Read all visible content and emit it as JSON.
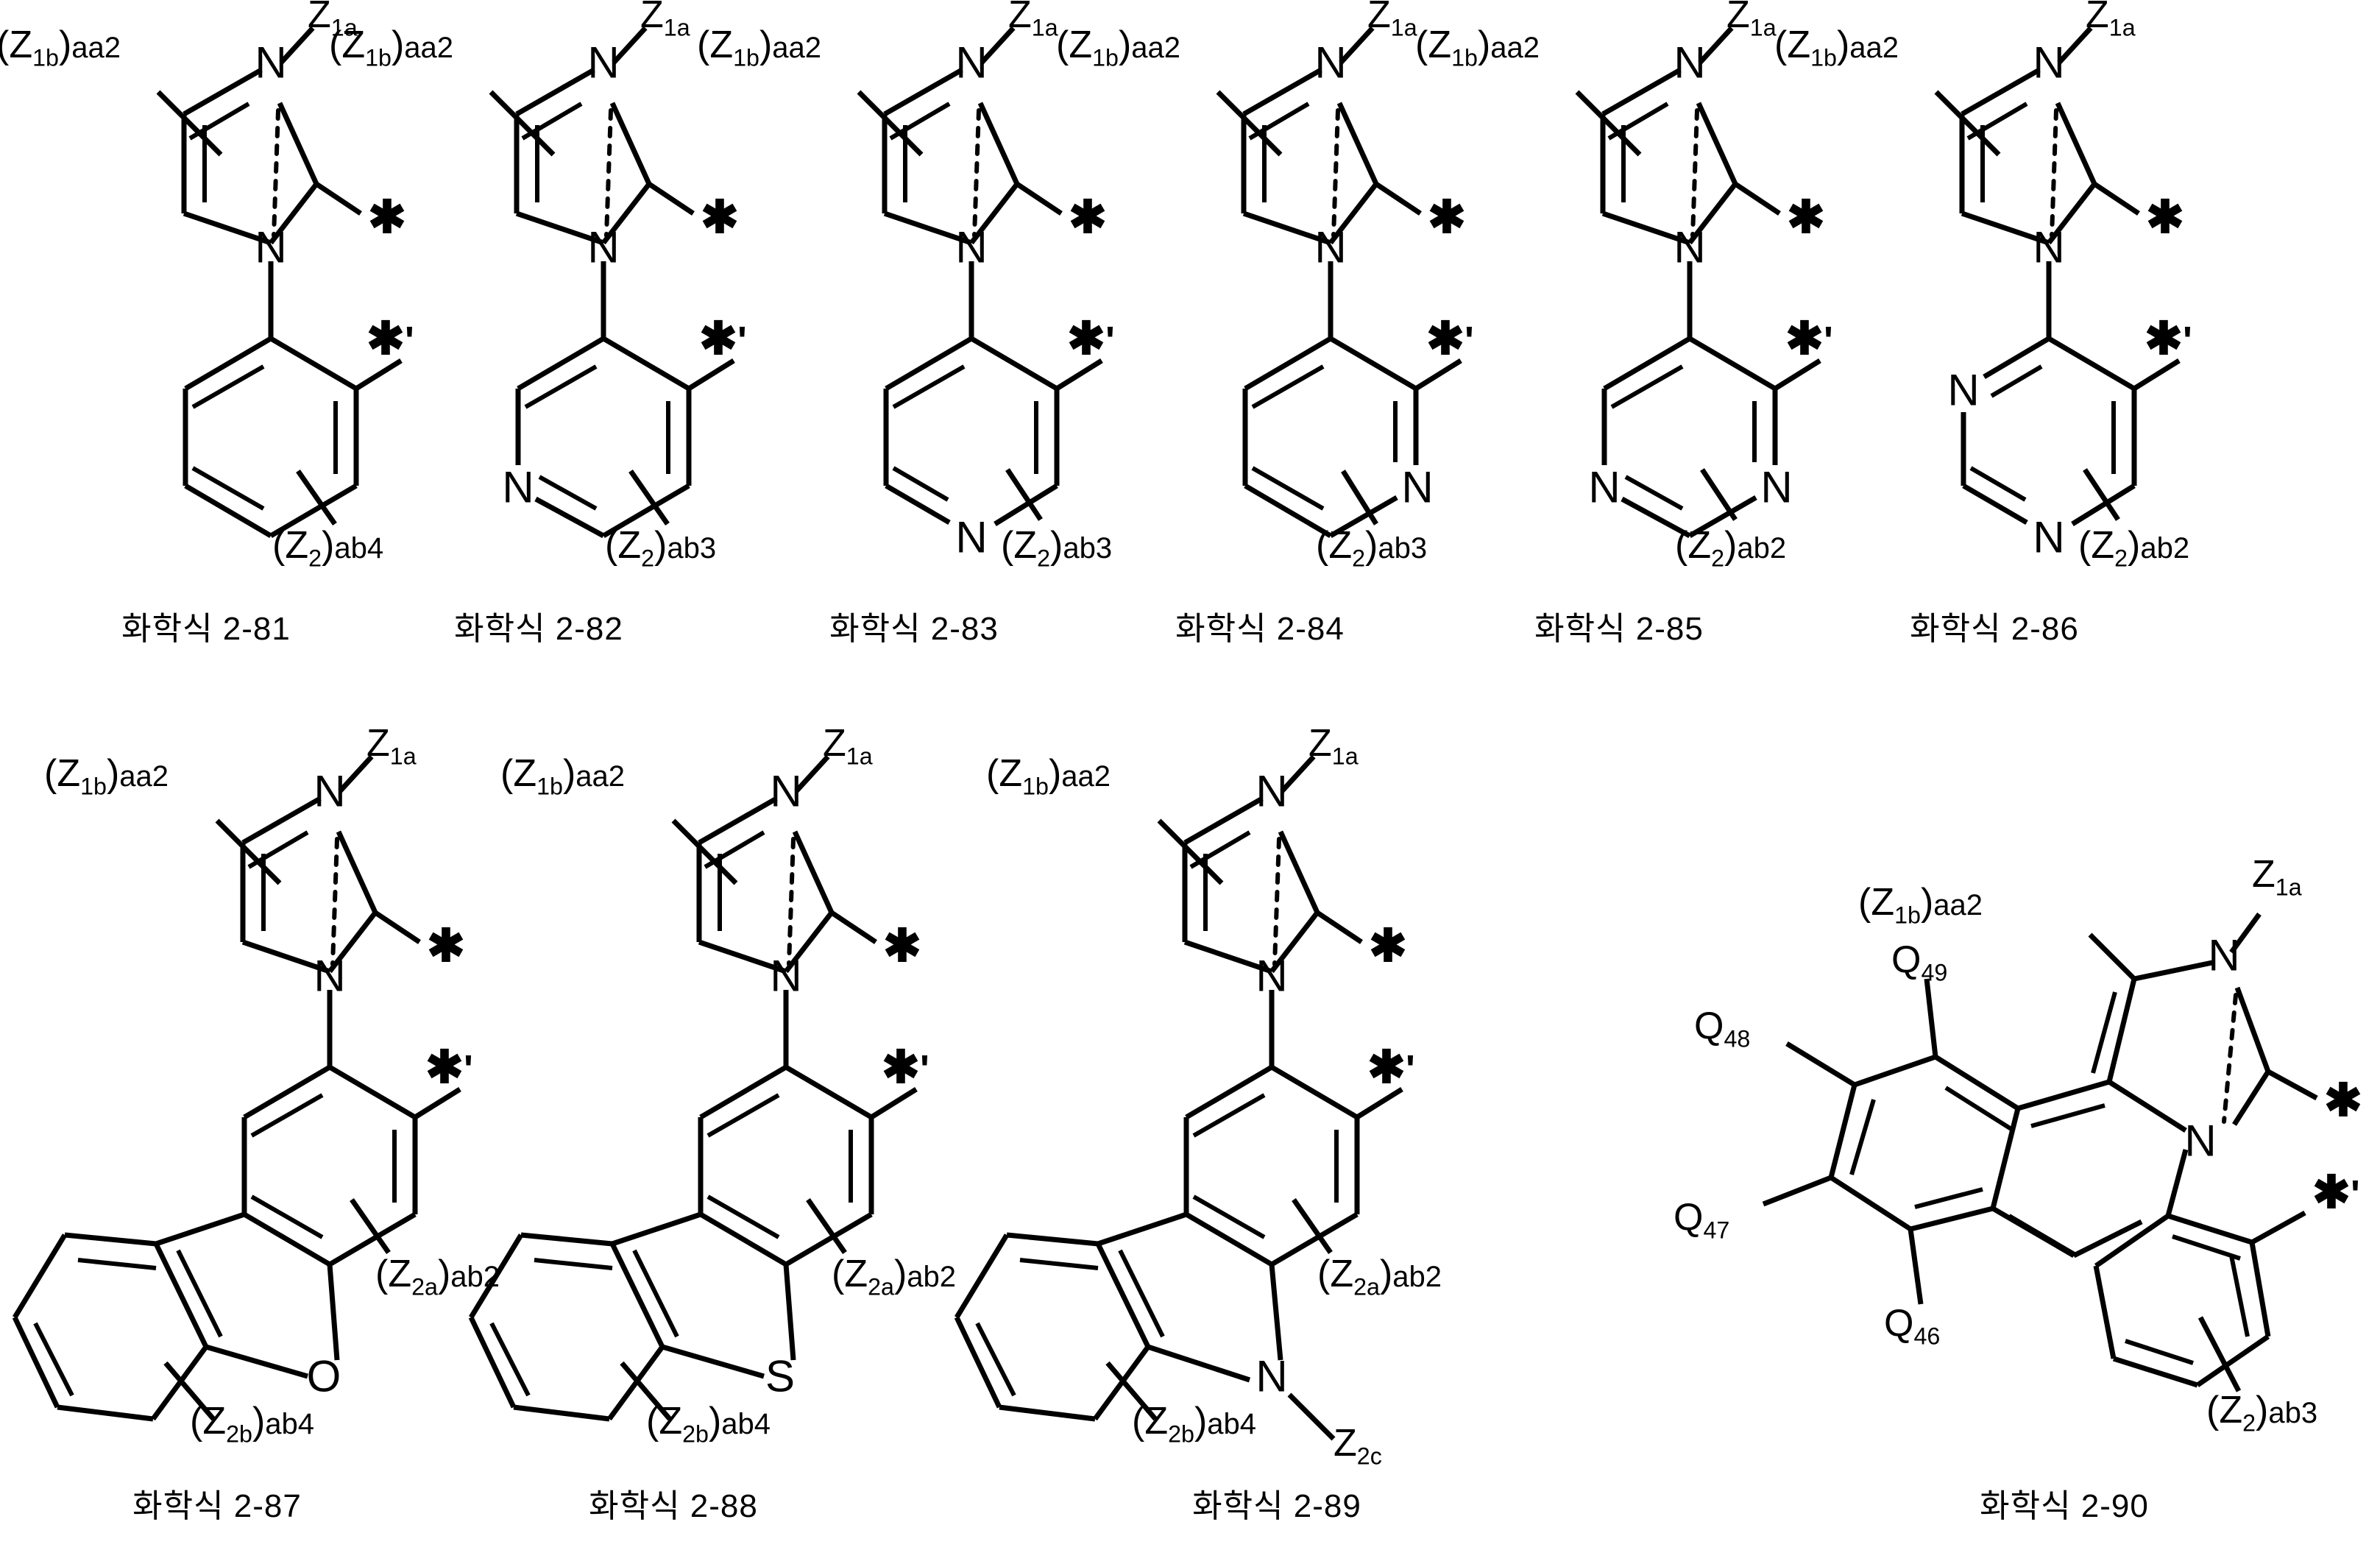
{
  "figure": {
    "title": "Chemical formulae 2-81 to 2-90",
    "background": "#ffffff",
    "ink": "#000000"
  },
  "labels": {
    "z1a": "Z1a",
    "z1b_aa2": "(Z1b)aa2",
    "star": "*",
    "star_prime": "*'",
    "atom_n": "N",
    "atom_o": "O",
    "atom_s": "S",
    "z2_ab4": "(Z2)ab4",
    "z2_ab3": "(Z2)ab3",
    "z2_ab2": "(Z2)ab2",
    "z2a_ab2": "(Z2a)ab2",
    "z2b_ab4": "(Z2b)ab4",
    "z2c": "Z2c",
    "q46": "Q46",
    "q47": "Q47",
    "q48": "Q48",
    "q49": "Q49"
  },
  "structures": [
    {
      "id": "2-81",
      "caption": "화학식 2-81",
      "core": "imidazole",
      "aryl": "benzene",
      "substituent_count_label": "(Z2)ab4",
      "top_left_label": "(Z1b)aa2",
      "top_right_label": "Z1a",
      "star": "*",
      "star_prime": "*'",
      "ring_heteroatoms": []
    },
    {
      "id": "2-82",
      "caption": "화학식 2-82",
      "core": "imidazole",
      "aryl": "pyridine",
      "substituent_count_label": "(Z2)ab3",
      "top_left_label": "(Z1b)aa2",
      "top_right_label": "Z1a",
      "star": "*",
      "star_prime": "*'",
      "ring_heteroatoms": [
        "N"
      ]
    },
    {
      "id": "2-83",
      "caption": "화학식 2-83",
      "core": "imidazole",
      "aryl": "pyridine",
      "substituent_count_label": "(Z2)ab3",
      "top_left_label": "(Z1b)aa2",
      "top_right_label": "Z1a",
      "star": "*",
      "star_prime": "*'",
      "ring_heteroatoms": [
        "N"
      ]
    },
    {
      "id": "2-84",
      "caption": "화학식 2-84",
      "core": "imidazole",
      "aryl": "pyridine",
      "substituent_count_label": "(Z2)ab3",
      "top_left_label": "(Z1b)aa2",
      "top_right_label": "Z1a",
      "star": "*",
      "star_prime": "*'",
      "ring_heteroatoms": [
        "N"
      ]
    },
    {
      "id": "2-85",
      "caption": "화학식 2-85",
      "core": "imidazole",
      "aryl": "pyrazine",
      "substituent_count_label": "(Z2)ab2",
      "top_left_label": "(Z1b)aa2",
      "top_right_label": "Z1a",
      "star": "*",
      "star_prime": "*'",
      "ring_heteroatoms": [
        "N",
        "N"
      ]
    },
    {
      "id": "2-86",
      "caption": "화학식 2-86",
      "core": "imidazole",
      "aryl": "pyrimidine",
      "substituent_count_label": "(Z2)ab2",
      "top_left_label": "(Z1b)aa2",
      "top_right_label": "Z1a",
      "star": "*",
      "star_prime": "*'",
      "ring_heteroatoms": [
        "N",
        "N"
      ]
    },
    {
      "id": "2-87",
      "caption": "화학식 2-87",
      "core": "imidazole",
      "aryl": "dibenzofuran",
      "substituent_count_label": "(Z2a)ab2",
      "secondary_count_label": "(Z2b)ab4",
      "bridge_atom": "O",
      "top_left_label": "(Z1b)aa2",
      "top_right_label": "Z1a",
      "star": "*",
      "star_prime": "*'"
    },
    {
      "id": "2-88",
      "caption": "화학식 2-88",
      "core": "imidazole",
      "aryl": "dibenzothiophene",
      "substituent_count_label": "(Z2a)ab2",
      "secondary_count_label": "(Z2b)ab4",
      "bridge_atom": "S",
      "top_left_label": "(Z1b)aa2",
      "top_right_label": "Z1a",
      "star": "*",
      "star_prime": "*'"
    },
    {
      "id": "2-89",
      "caption": "화학식 2-89",
      "core": "imidazole",
      "aryl": "carbazole",
      "substituent_count_label": "(Z2a)ab2",
      "secondary_count_label": "(Z2b)ab4",
      "bridge_atom": "N",
      "bridge_substituent": "Z2c",
      "top_left_label": "(Z1b)aa2",
      "top_right_label": "Z1a",
      "star": "*",
      "star_prime": "*'"
    },
    {
      "id": "2-90",
      "caption": "화학식 2-90",
      "core": "fused-imidazo-phenanthridine",
      "substituent_count_label": "(Z2)ab3",
      "top_left_label": "(Z1b)aa2",
      "top_right_label": "Z1a",
      "star": "*",
      "star_prime": "*'",
      "q_labels": [
        "Q46",
        "Q47",
        "Q48",
        "Q49"
      ]
    }
  ]
}
